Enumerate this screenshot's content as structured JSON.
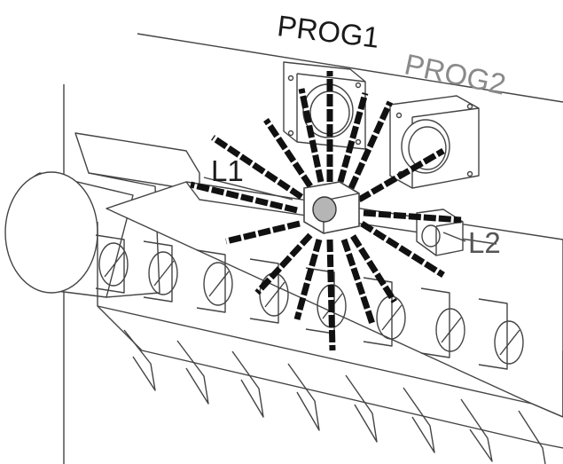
{
  "labels": {
    "prog1": "PROG1",
    "prog2": "PROG2",
    "l1": "L1",
    "l2": "L2"
  },
  "colors": {
    "line": "#444444",
    "ray": "#111111",
    "button_fill": "#b5b5b5",
    "background": "#ffffff"
  },
  "components": {
    "program_buttons": [
      "PROG1",
      "PROG2"
    ],
    "indicator_leds": [
      "L1",
      "L2"
    ],
    "terminal_count": 8,
    "highlight": "flashing-led-center"
  }
}
